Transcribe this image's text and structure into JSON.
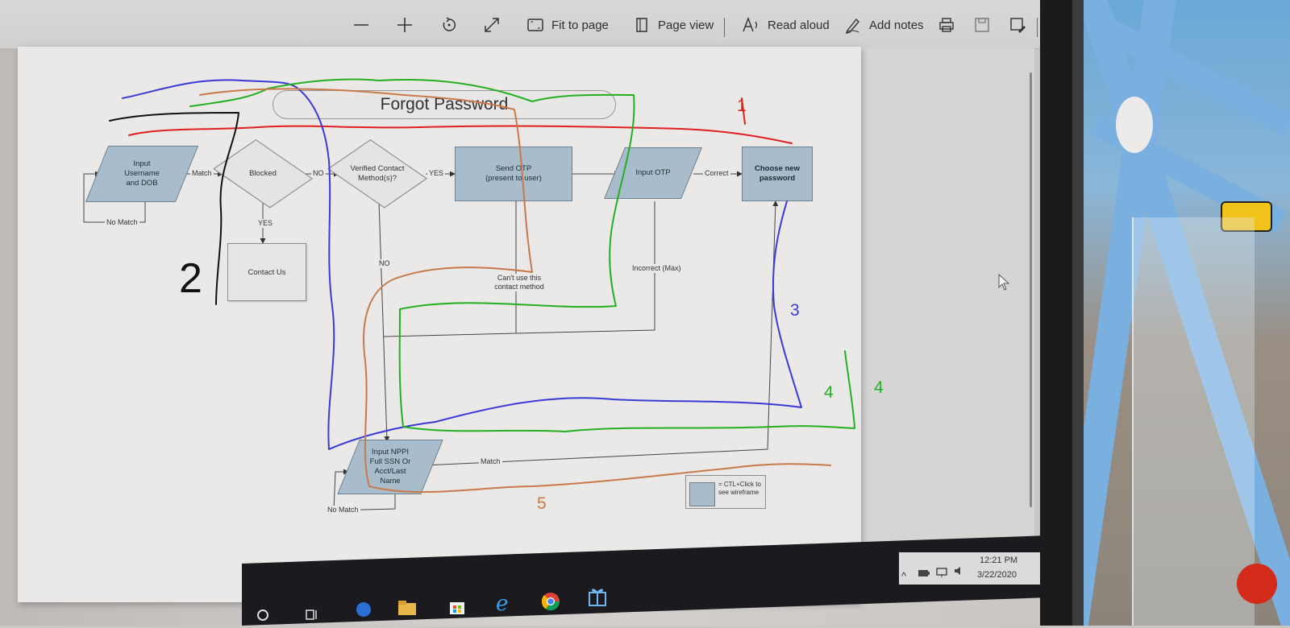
{
  "toolbar": {
    "zoom_out_label": "—",
    "zoom_in_label": "+",
    "fit_to_page_label": "Fit to page",
    "page_view_label": "Page view",
    "read_aloud_label": "Read aloud",
    "add_notes_label": "Add notes"
  },
  "diagram": {
    "title": "Forgot Password",
    "nodes": {
      "input_username": "Input Username and DOB",
      "blocked": "Blocked",
      "verified_contact": "Verified Contact Method(s)?",
      "send_otp": "Send OTP (present to user)",
      "input_otp": "Input OTP",
      "choose_password": "Choose new password",
      "contact_us": "Contact Us",
      "input_nppi": "Input NPPI Full SSN Or Acct/Last Name"
    },
    "edges": {
      "match_1": "Match",
      "no_match_1": "No Match",
      "no_1": "NO",
      "yes_1": "YES",
      "yes_2": "YES",
      "no_2": "NO",
      "cant_use": "Can't use this contact method",
      "correct": "Correct",
      "incorrect_max": "Incorrect (Max)",
      "match_2": "Match",
      "no_match_2": "No Match"
    },
    "legend": "= CTL+Click to see wireframe"
  },
  "annotations": {
    "n1": "1",
    "n2": "2",
    "n3": "3",
    "n4a": "4",
    "n4b": "4",
    "n5": "5",
    "colors": {
      "red": "#e02020",
      "black": "#111111",
      "blue": "#3a3ad8",
      "green": "#22b022",
      "orange": "#c87a4a"
    }
  },
  "taskbar": {
    "time": "12:21 PM",
    "date": "3/22/2020"
  }
}
